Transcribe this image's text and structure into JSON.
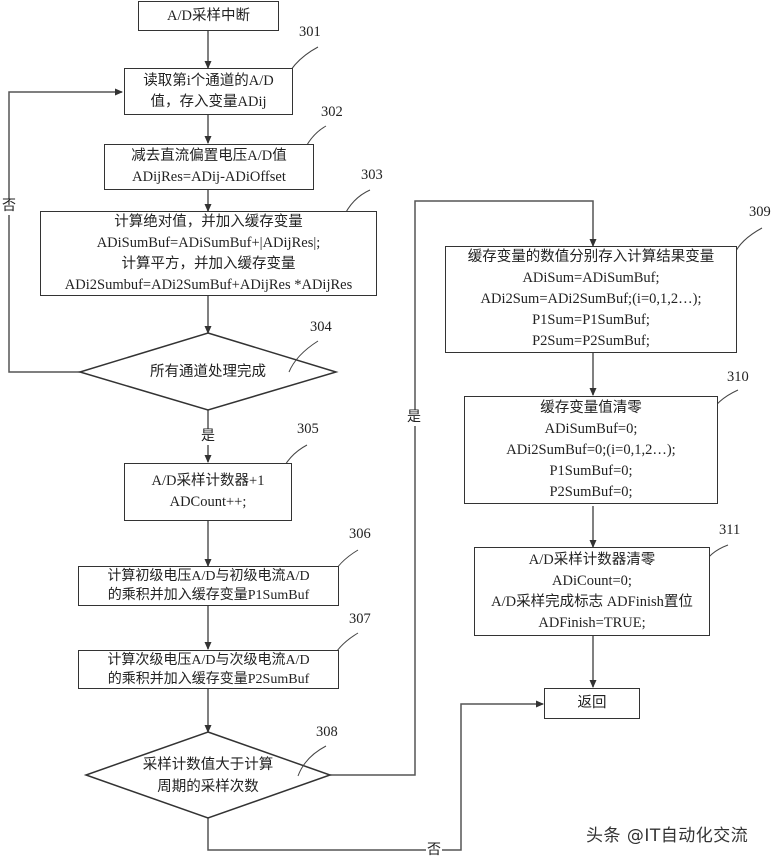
{
  "nodes": {
    "start": {
      "lines": [
        "A/D采样中断"
      ]
    },
    "n301": {
      "ref": "301",
      "lines": [
        "读取第i个通道的A/D",
        "值，存入变量ADij"
      ]
    },
    "n302": {
      "ref": "302",
      "lines": [
        "减去直流偏置电压A/D值",
        "ADijRes=ADij-ADiOffset"
      ]
    },
    "n303": {
      "ref": "303",
      "lines": [
        "计算绝对值，并加入缓存变量",
        "ADiSumBuf=ADiSumBuf+|ADijRes|;",
        "计算平方，并加入缓存变量",
        "ADi2Sumbuf=ADi2SumBuf+ADijRes *ADijRes"
      ]
    },
    "n304": {
      "ref": "304",
      "lines": [
        "所有通道处理完成"
      ]
    },
    "n305": {
      "ref": "305",
      "lines": [
        "A/D采样计数器+1",
        "ADCount++;"
      ]
    },
    "n306": {
      "ref": "306",
      "lines": [
        "计算初级电压A/D与初级电流A/D",
        "的乘积并加入缓存变量P1SumBuf"
      ]
    },
    "n307": {
      "ref": "307",
      "lines": [
        "计算次级电压A/D与次级电流A/D",
        "的乘积并加入缓存变量P2SumBuf"
      ]
    },
    "n308": {
      "ref": "308",
      "lines": [
        "采样计数值大于计算",
        "周期的采样次数"
      ]
    },
    "n309": {
      "ref": "309",
      "lines": [
        "缓存变量的数值分别存入计算结果变量",
        "ADiSum=ADiSumBuf;",
        "ADi2Sum=ADi2SumBuf;(i=0,1,2…);",
        "P1Sum=P1SumBuf;",
        "P2Sum=P2SumBuf;"
      ]
    },
    "n310": {
      "ref": "310",
      "lines": [
        "缓存变量值清零",
        "ADiSumBuf=0;",
        "ADi2SumBuf=0;(i=0,1,2…);",
        "P1SumBuf=0;",
        "P2SumBuf=0;"
      ]
    },
    "n311": {
      "ref": "311",
      "lines": [
        "A/D采样计数器清零",
        "ADiCount=0;",
        "A/D采样完成标志 ADFinish置位",
        "ADFinish=TRUE;"
      ]
    },
    "end": {
      "lines": [
        "返回"
      ]
    }
  },
  "edge_labels": {
    "no_304": "否",
    "yes_304": "是",
    "yes_308": "是",
    "no_308": "否"
  },
  "watermark": "头条 @IT自动化交流"
}
